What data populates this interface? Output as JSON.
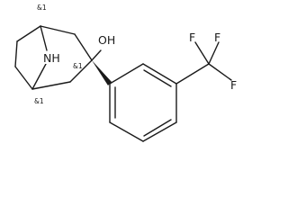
{
  "molecule": {
    "atoms": {
      "nh": "NH",
      "oh": "OH",
      "f_top_left": "F",
      "f_top_right": "F",
      "f_right": "F"
    },
    "stereo_labels": {
      "c1": "&1",
      "c3": "&1",
      "c5": "&1"
    }
  }
}
